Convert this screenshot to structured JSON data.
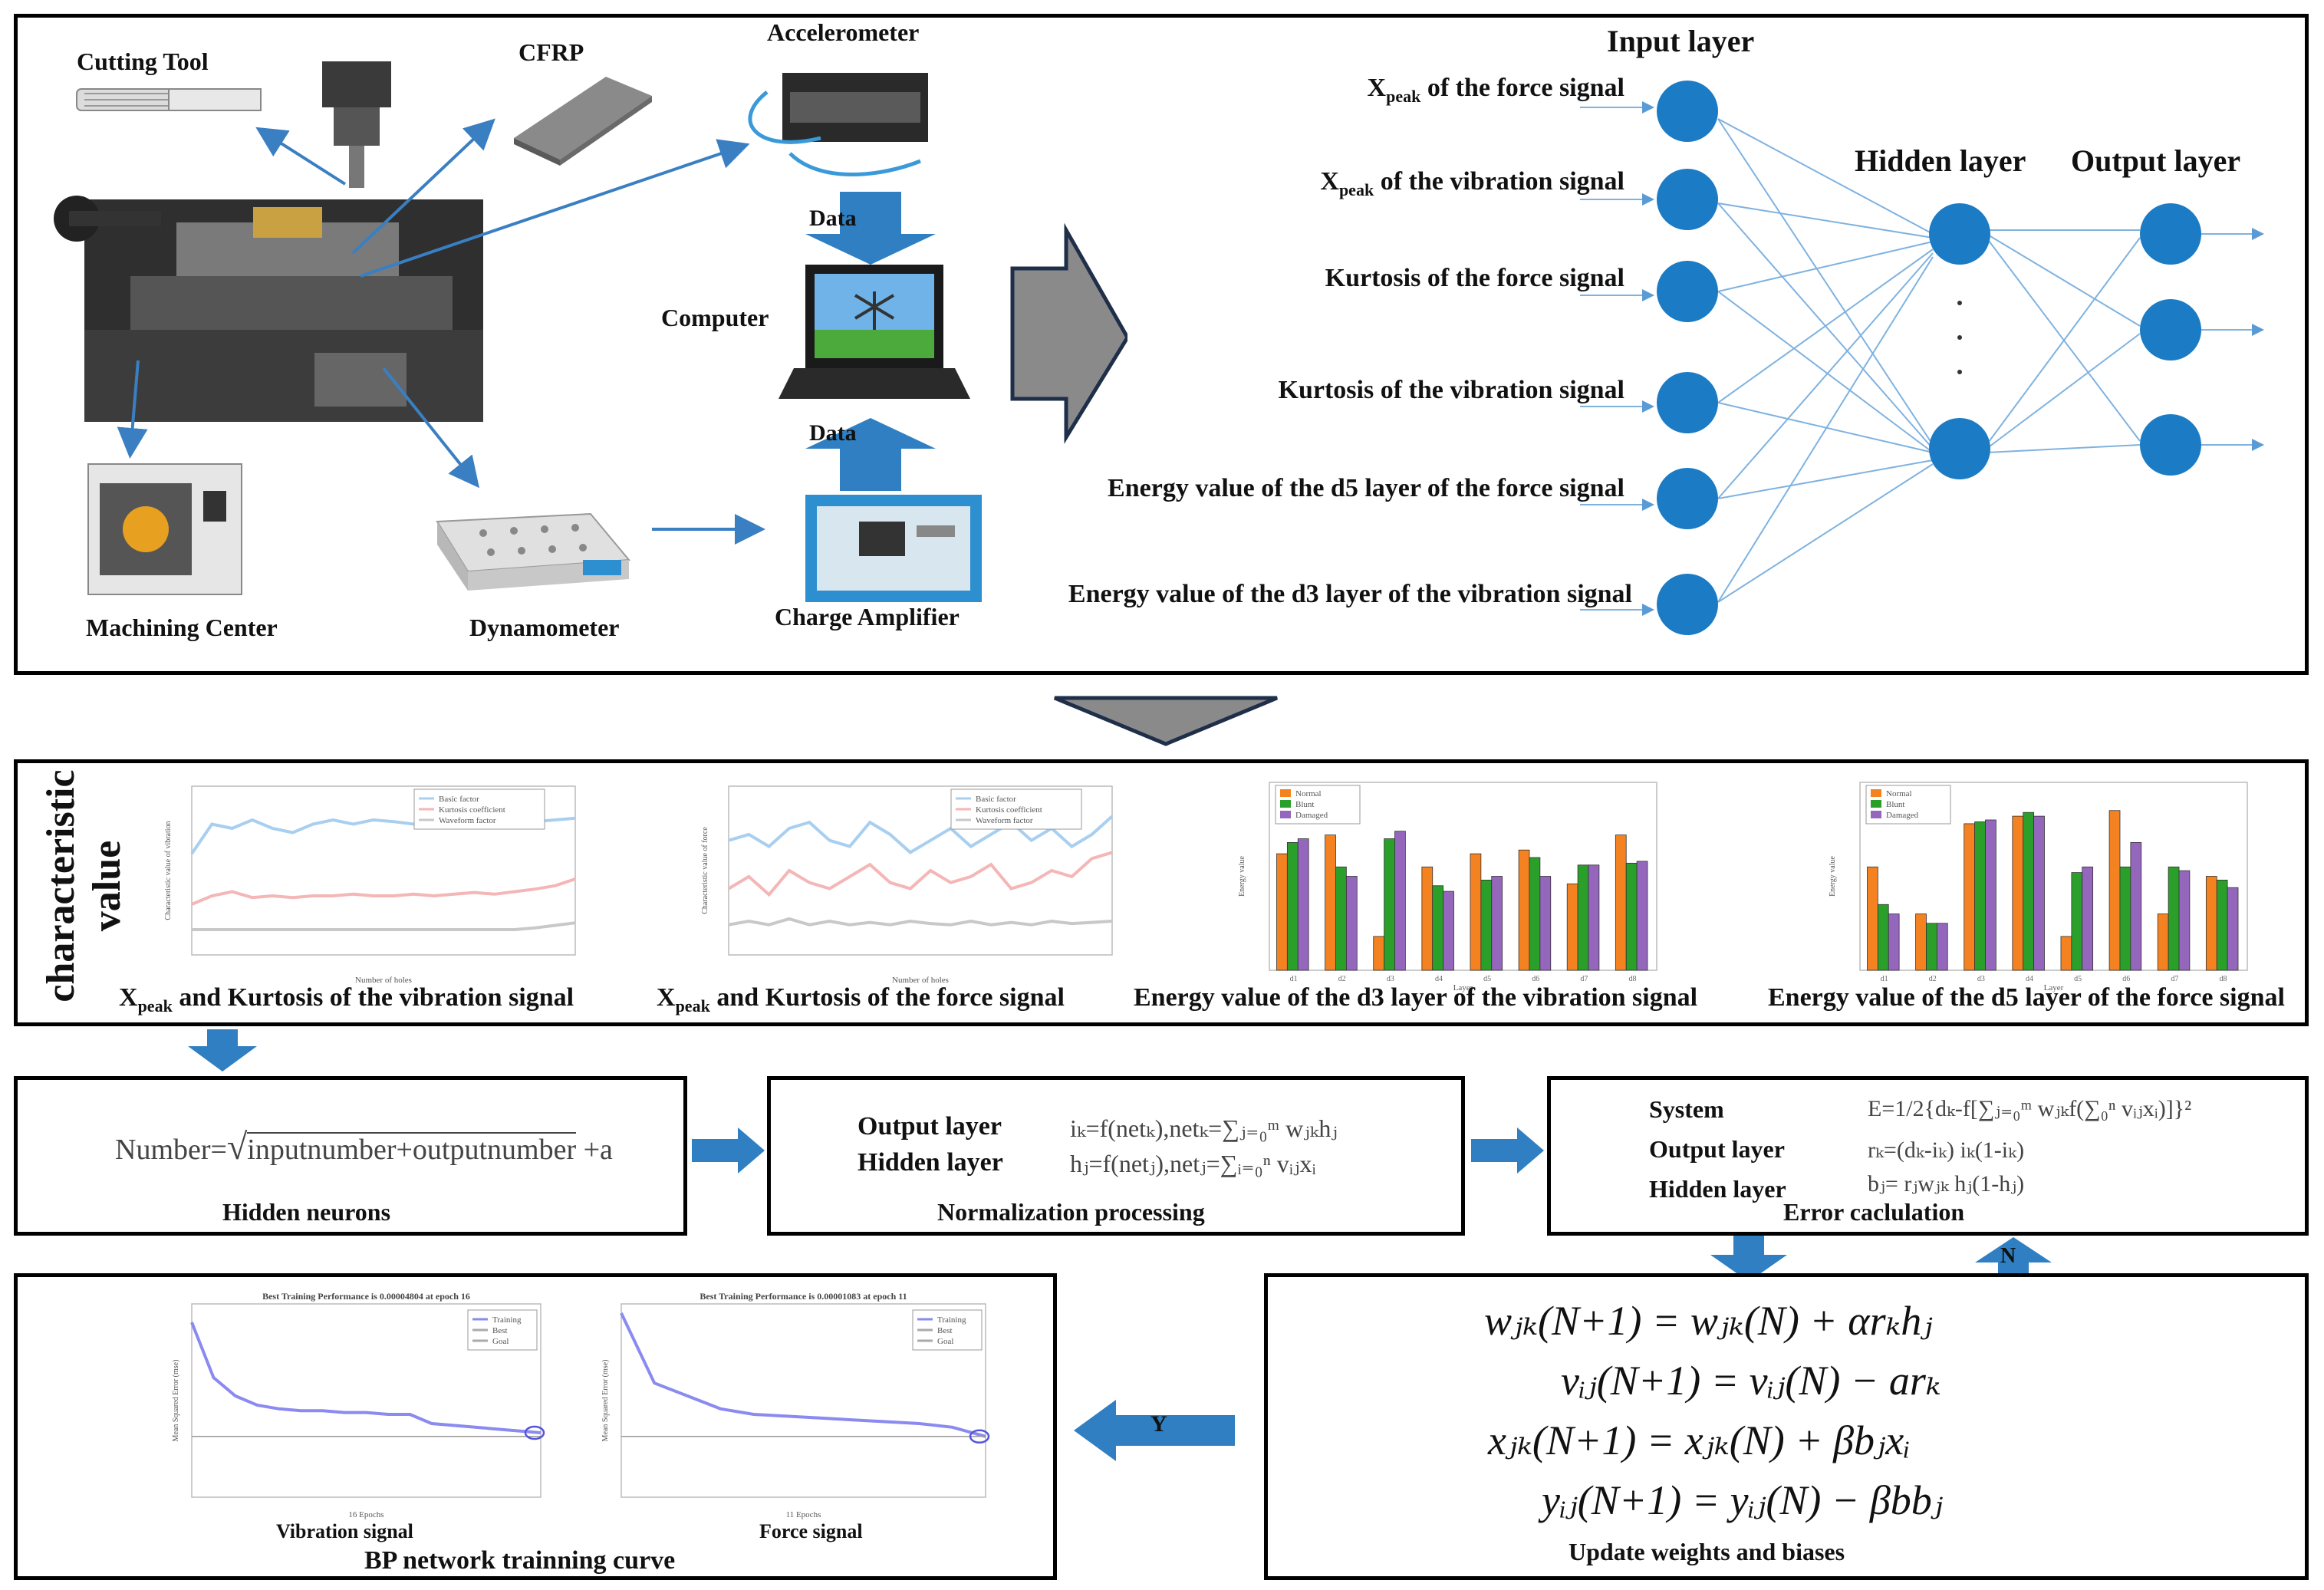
{
  "setup": {
    "cutting_tool": "Cutting Tool",
    "cfrp": "CFRP",
    "accelerometer": "Accelerometer",
    "computer": "Computer",
    "machining_center": "Machining Center",
    "dynamometer": "Dynamometer",
    "charge_amplifier": "Charge  Amplifier",
    "data_top": "Data",
    "data_bottom": "Data"
  },
  "network": {
    "input_layer": "Input  layer",
    "hidden_layer": "Hidden  layer",
    "output_layer": "Output  layer",
    "inputs": [
      {
        "main": "X",
        "sub": "peak",
        "rest": " of the force signal"
      },
      {
        "main": "X",
        "sub": "peak",
        "rest": " of the vibration signal"
      },
      {
        "main": "",
        "sub": "",
        "rest": "Kurtosis of the force signal"
      },
      {
        "main": "",
        "sub": "",
        "rest": "Kurtosis of the vibration signal"
      },
      {
        "main": "",
        "sub": "",
        "rest": "Energy value of the d5 layer of the force signal"
      },
      {
        "main": "",
        "sub": "",
        "rest": "Energy value of the d3 layer of the vibration signal"
      }
    ]
  },
  "features": {
    "side_title_1": "characteristic",
    "side_title_2": "value",
    "captions": [
      {
        "main": "X",
        "sub": "peak",
        "rest": " and Kurtosis of the vibration signal"
      },
      {
        "main": "X",
        "sub": "peak",
        "rest": " and Kurtosis of the force signal"
      },
      {
        "main": "",
        "sub": "",
        "rest": "Energy value of the d3 layer of the vibration  signal"
      },
      {
        "main": "",
        "sub": "",
        "rest": "Energy value of the d5 layer of the force signal"
      }
    ]
  },
  "chart_data": [
    {
      "type": "line",
      "title": "",
      "xlabel": "Number of holes",
      "ylabel": "Characteristic value of vibration",
      "legend": [
        "Basic factor",
        "Kurtosis coefficient",
        "Waveform factor"
      ],
      "legend_position": "top-right",
      "series": [
        {
          "name": "Basic factor",
          "color": "#a8cff0",
          "values": [
            1.2,
            1.55,
            1.5,
            1.6,
            1.5,
            1.45,
            1.55,
            1.6,
            1.55,
            1.6,
            1.58,
            1.55,
            1.6,
            1.58,
            1.6,
            1.62,
            1.6,
            1.58,
            1.6,
            1.62
          ]
        },
        {
          "name": "Kurtosis coefficient",
          "color": "#f4b6b6",
          "values": [
            0.6,
            0.7,
            0.75,
            0.68,
            0.7,
            0.68,
            0.7,
            0.7,
            0.72,
            0.7,
            0.7,
            0.72,
            0.7,
            0.72,
            0.74,
            0.72,
            0.75,
            0.78,
            0.82,
            0.9
          ]
        },
        {
          "name": "Waveform factor",
          "color": "#c8c8c8",
          "values": [
            0.3,
            0.3,
            0.3,
            0.3,
            0.3,
            0.3,
            0.3,
            0.3,
            0.3,
            0.3,
            0.3,
            0.3,
            0.3,
            0.3,
            0.3,
            0.3,
            0.3,
            0.32,
            0.35,
            0.38
          ]
        }
      ]
    },
    {
      "type": "line",
      "title": "",
      "xlabel": "Number of holes",
      "ylabel": "Characteristic value of force",
      "legend": [
        "Basic factor",
        "Kurtosis coefficient",
        "Waveform factor"
      ],
      "legend_position": "top-right",
      "series": [
        {
          "name": "Basic factor",
          "color": "#a8cff0",
          "values": [
            1.25,
            1.3,
            1.2,
            1.35,
            1.4,
            1.25,
            1.2,
            1.4,
            1.3,
            1.15,
            1.25,
            1.35,
            1.2,
            1.3,
            1.4,
            1.25,
            1.35,
            1.2,
            1.3,
            1.45
          ]
        },
        {
          "name": "Kurtosis coefficient",
          "color": "#f4b6b6",
          "values": [
            0.85,
            0.95,
            0.8,
            1.0,
            0.9,
            0.85,
            0.95,
            1.05,
            0.9,
            0.85,
            1.0,
            0.9,
            0.95,
            1.05,
            0.85,
            0.9,
            1.0,
            0.95,
            1.1,
            1.15
          ]
        },
        {
          "name": "Waveform factor",
          "color": "#c8c8c8",
          "values": [
            0.55,
            0.58,
            0.55,
            0.6,
            0.55,
            0.58,
            0.55,
            0.57,
            0.55,
            0.58,
            0.56,
            0.55,
            0.58,
            0.55,
            0.57,
            0.55,
            0.58,
            0.56,
            0.57,
            0.58
          ]
        }
      ]
    },
    {
      "type": "bar",
      "title": "",
      "xlabel": "Layer",
      "ylabel": "Energy value",
      "legend": [
        "Normal",
        "Blunt",
        "Damaged"
      ],
      "legend_position": "top-left",
      "categories": [
        "d1",
        "d2",
        "d3",
        "d4",
        "d5",
        "d6",
        "d7",
        "d8"
      ],
      "series": [
        {
          "name": "Normal",
          "color": "#f58220",
          "values": [
            0.62,
            0.72,
            0.18,
            0.55,
            0.62,
            0.64,
            0.46,
            0.72
          ]
        },
        {
          "name": "Blunt",
          "color": "#2aa02a",
          "values": [
            0.68,
            0.55,
            0.7,
            0.45,
            0.48,
            0.6,
            0.56,
            0.57
          ]
        },
        {
          "name": "Damaged",
          "color": "#9467bd",
          "values": [
            0.7,
            0.5,
            0.74,
            0.42,
            0.5,
            0.5,
            0.56,
            0.58
          ]
        }
      ]
    },
    {
      "type": "bar",
      "title": "",
      "xlabel": "Layer",
      "ylabel": "Energy value",
      "legend": [
        "Normal",
        "Blunt",
        "Damaged"
      ],
      "legend_position": "top-left",
      "categories": [
        "d1",
        "d2",
        "d3",
        "d4",
        "d5",
        "d6",
        "d7",
        "d8"
      ],
      "series": [
        {
          "name": "Normal",
          "color": "#f58220",
          "values": [
            0.55,
            0.3,
            0.78,
            0.82,
            0.18,
            0.85,
            0.3,
            0.5
          ]
        },
        {
          "name": "Blunt",
          "color": "#2aa02a",
          "values": [
            0.35,
            0.25,
            0.79,
            0.84,
            0.52,
            0.55,
            0.55,
            0.48
          ]
        },
        {
          "name": "Damaged",
          "color": "#9467bd",
          "values": [
            0.3,
            0.25,
            0.8,
            0.82,
            0.55,
            0.68,
            0.53,
            0.44
          ]
        }
      ]
    },
    {
      "type": "line",
      "title": "Best Training Performance is 0.00004804 at epoch 16",
      "xlabel": "16 Epochs",
      "ylabel": "Mean Squared Error (mse)",
      "legend": [
        "Training",
        "Best",
        "Goal"
      ],
      "legend_position": "top-right",
      "series": [
        {
          "name": "Training",
          "color": "#8a8af0",
          "values": [
            0.95,
            0.65,
            0.55,
            0.5,
            0.48,
            0.47,
            0.47,
            0.46,
            0.46,
            0.45,
            0.45,
            0.4,
            0.39,
            0.38,
            0.37,
            0.36,
            0.35
          ]
        }
      ]
    },
    {
      "type": "line",
      "title": "Best Training Performance is 0.00001083 at epoch 11",
      "xlabel": "11 Epochs",
      "ylabel": "Mean Squared Error (mse)",
      "legend": [
        "Training",
        "Best",
        "Goal"
      ],
      "legend_position": "top-right",
      "series": [
        {
          "name": "Training",
          "color": "#8a8af0",
          "values": [
            1.0,
            0.62,
            0.55,
            0.48,
            0.45,
            0.44,
            0.43,
            0.42,
            0.41,
            0.4,
            0.38,
            0.33
          ]
        }
      ]
    }
  ],
  "hidden_neurons": {
    "formula_left": "Number=",
    "formula_inside": "inputnumber+outputnumber",
    "formula_right": " +a",
    "caption": "Hidden neurons"
  },
  "normalization": {
    "output_label": "Output layer",
    "hidden_label": "Hidden layer",
    "output_formula": "iₖ=f(netₖ),netₖ=∑ⱼ₌₀ᵐ wⱼₖhⱼ",
    "hidden_formula": "hⱼ=f(netⱼ),netⱼ=∑ᵢ₌₀ⁿ vᵢⱼxᵢ",
    "caption": "Normalization  processing"
  },
  "error": {
    "system_label": "System",
    "output_label": "Output layer",
    "hidden_label": "Hidden layer",
    "system_formula": "E=1/2{dₖ-f[∑ⱼ₌₀ᵐ wⱼₖf(∑₀ⁿ vᵢⱼxᵢ)]}²",
    "output_formula": "rₖ=(dₖ-iₖ) iₖ(1-iₖ)",
    "hidden_formula": "bⱼ= rⱼwⱼₖ hⱼ(1-hⱼ)",
    "caption": "Error  caclulation"
  },
  "update": {
    "eq1": "wⱼₖ(N+1) = wⱼₖ(N) + αrₖhⱼ",
    "eq2": "vᵢⱼ(N+1) = vᵢⱼ(N) − arₖ",
    "eq3": "xⱼₖ(N+1) = xⱼₖ(N) + βbⱼxᵢ",
    "eq4": "yᵢⱼ(N+1) = yᵢⱼ(N) − βbbⱼ",
    "caption": "Update weights and biases"
  },
  "training": {
    "vibration_caption": "Vibration signal",
    "force_caption": "Force signal",
    "caption": "BP  network trainning curve"
  },
  "flow": {
    "yes_label": "Y",
    "no_label": "N"
  }
}
